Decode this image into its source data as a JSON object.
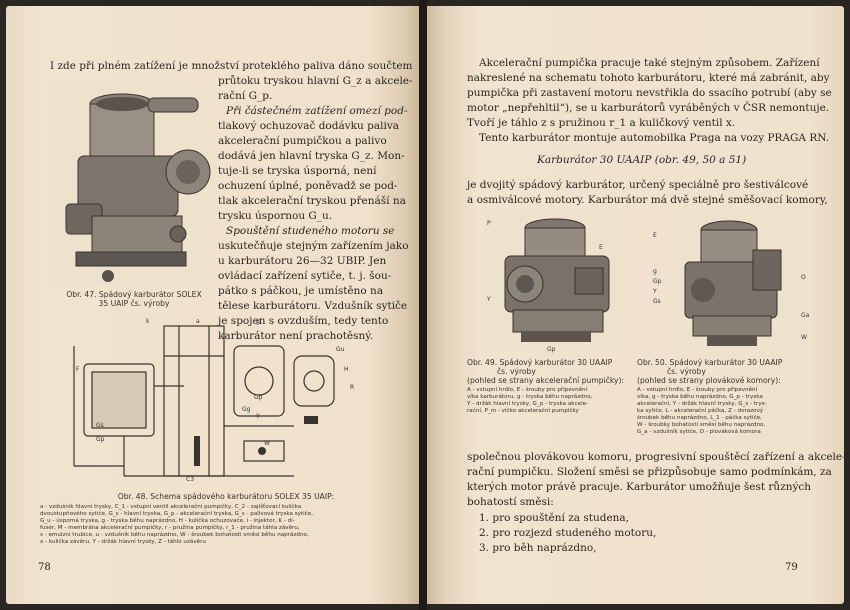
{
  "left": {
    "lines": [
      "I zde při plném zatížení je množství proteklého paliva dáno součtem",
      "průtoku tryskou hlavní G_z a akcele-",
      "rační G_p.",
      "Při částečném zatížení omezí pod-",
      "tlakový ochuzovač dodávku paliva",
      "akcelerační pumpičkou a palivo",
      "dodává jen hlavní tryska G_z. Mon-",
      "tuje-li se tryska úsporná, není",
      "ochuzení úplné, poněvadž se pod-",
      "tlak akcelerační tryskou přenáší na",
      "trysku úspornou G_u.",
      "Spouštění studeného motoru se",
      "uskutečňuje stejným zařízením jako",
      "u karburátoru 26—32 UBIP. Jen",
      "ovládací zařízení sytiče, t. j. šou-",
      "pátko s páčkou, je umístěno na",
      "tělese karburátoru. Vzdušník sytiče",
      "je spojen s ovzduším, tedy tento",
      "karburátor není prachotěsný."
    ],
    "fig47_caption": [
      "Obr. 47. Spádový karburátor SOLEX",
      "35 UAIP čs. výroby"
    ],
    "fig48_caption": "Obr. 48. Schema spádového karburátoru SOLEX 35 UAIP:",
    "fig48_legend": [
      "a - vzdušník hlavní trysky, C_1 - vstupní ventil akcelerační pumpičky, C_2 - zajišťovací kulička",
      "dvoustupňového sytiče, G_s - hlavní tryska, G_p - akcelerační tryska, G_s - palivová tryska sytiče,",
      "G_u - úsporná tryska, g - tryska běhu naprázdno, H - kulička ochuzovače, i - injektor, K - di-",
      "fusér, M - membrána akcelerační pumpičky, r - pružina pumpičky, r_1 - pružina táhla závěru,",
      "s - emulzní trubice, u - vzdušník běhu naprázdno, W - šroubek bohatosti směsi běhu naprázdno,",
      "x - kulička závěru, Y - držák hlavní trysky, Z - táhlo uzávěru"
    ],
    "page_number": "78"
  },
  "right": {
    "para1": [
      "Akcelerační pumpička pracuje také stejným způsobem. Zařízení",
      "nakreslené na schematu tohoto karburátoru, které má zabránit, aby",
      "pumpička při zastavení motoru nevstřikla do ssacího potrubí (aby se",
      "motor „nepřehltil“), se u karburátorů vyráběných v ČSR nemontuje.",
      "Tvoří je táhlo z s pružinou r_1 a kuličkový ventil x.",
      "Tento karburátor montuje automobilka Praga na vozy PRAGA RN."
    ],
    "heading": "Karburátor 30 UAAIP (obr. 49, 50 a 51)",
    "para2": [
      "je dvojitý spádový karburátor, určený speciálně pro šestiválcové",
      "a osmiválcové motory. Karburátor má dvě stejné směšovací komory,"
    ],
    "fig49_caption": [
      "Obr. 49. Spádový karburátor 30 UAAIP",
      "čs. výroby",
      "(pohled se strany akcelerační pumpičky):"
    ],
    "fig49_legend": [
      "A - vstupní hrdlo, E - šrouby pro připevnění",
      "víka karburátoru, g - tryska běhu naprázdno,",
      "Y - držák hlavní trysky, G_p - tryska akcele-",
      "rační, P_m - víčko akcelerační pumpičky"
    ],
    "fig50_caption": [
      "Obr. 50. Spádový karburátor 30 UAAIP",
      "čs. výroby",
      "(pohled se strany plovákové komory):"
    ],
    "fig50_legend": [
      "A - vstupní hrdlo, E - šrouby pro připevnění",
      "víka, g - tryska běhu naprázdno, G_p - tryska",
      "akcelerační, Y - držák hlavní trysky, G_s - trys-",
      "ka sytiče, L - akcelerační páčka, Z - dorazový",
      "šroubek běhu naprázdno, L_1 - páčka sytiče,",
      "W - šroubky bohatosti směsi běhu naprázdno,",
      "G_a - vzdušník sytiče, O - plováková komora"
    ],
    "para3": [
      "společnou plovákovou komoru, progresivní spouštěcí zařízení a akcele-",
      "rační pumpičku. Složení směsi se přizpůsobuje samo podmínkám, za",
      "kterých motor právě pracuje. Karburátor umožňuje šest různých",
      "bohatostí směsi:"
    ],
    "list": [
      "1. pro spouštění za studena,",
      "2. pro rozjezd studeného motoru,",
      "3. pro běh naprázdno,"
    ],
    "page_number": "79"
  },
  "colors": {
    "paper": "#efe2cd",
    "ink": "#2b2520",
    "background": "#2a2622"
  }
}
